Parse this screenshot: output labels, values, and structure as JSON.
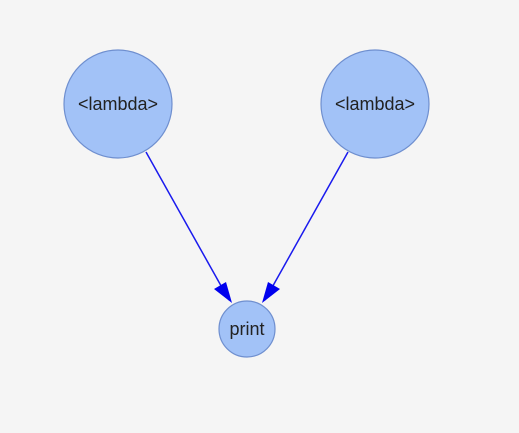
{
  "diagram": {
    "nodes": [
      {
        "id": "lambda1",
        "label": "<lambda>"
      },
      {
        "id": "lambda2",
        "label": "<lambda>"
      },
      {
        "id": "print",
        "label": "print"
      }
    ],
    "edges": [
      {
        "from": "lambda1",
        "to": "print"
      },
      {
        "from": "lambda2",
        "to": "print"
      }
    ],
    "colors": {
      "background": "#f5f5f5",
      "node_fill": "#a2c2f7",
      "node_stroke": "#6f8fcf",
      "edge": "#1a1aee",
      "arrowhead": "#0000ee",
      "label": "#222222"
    }
  }
}
